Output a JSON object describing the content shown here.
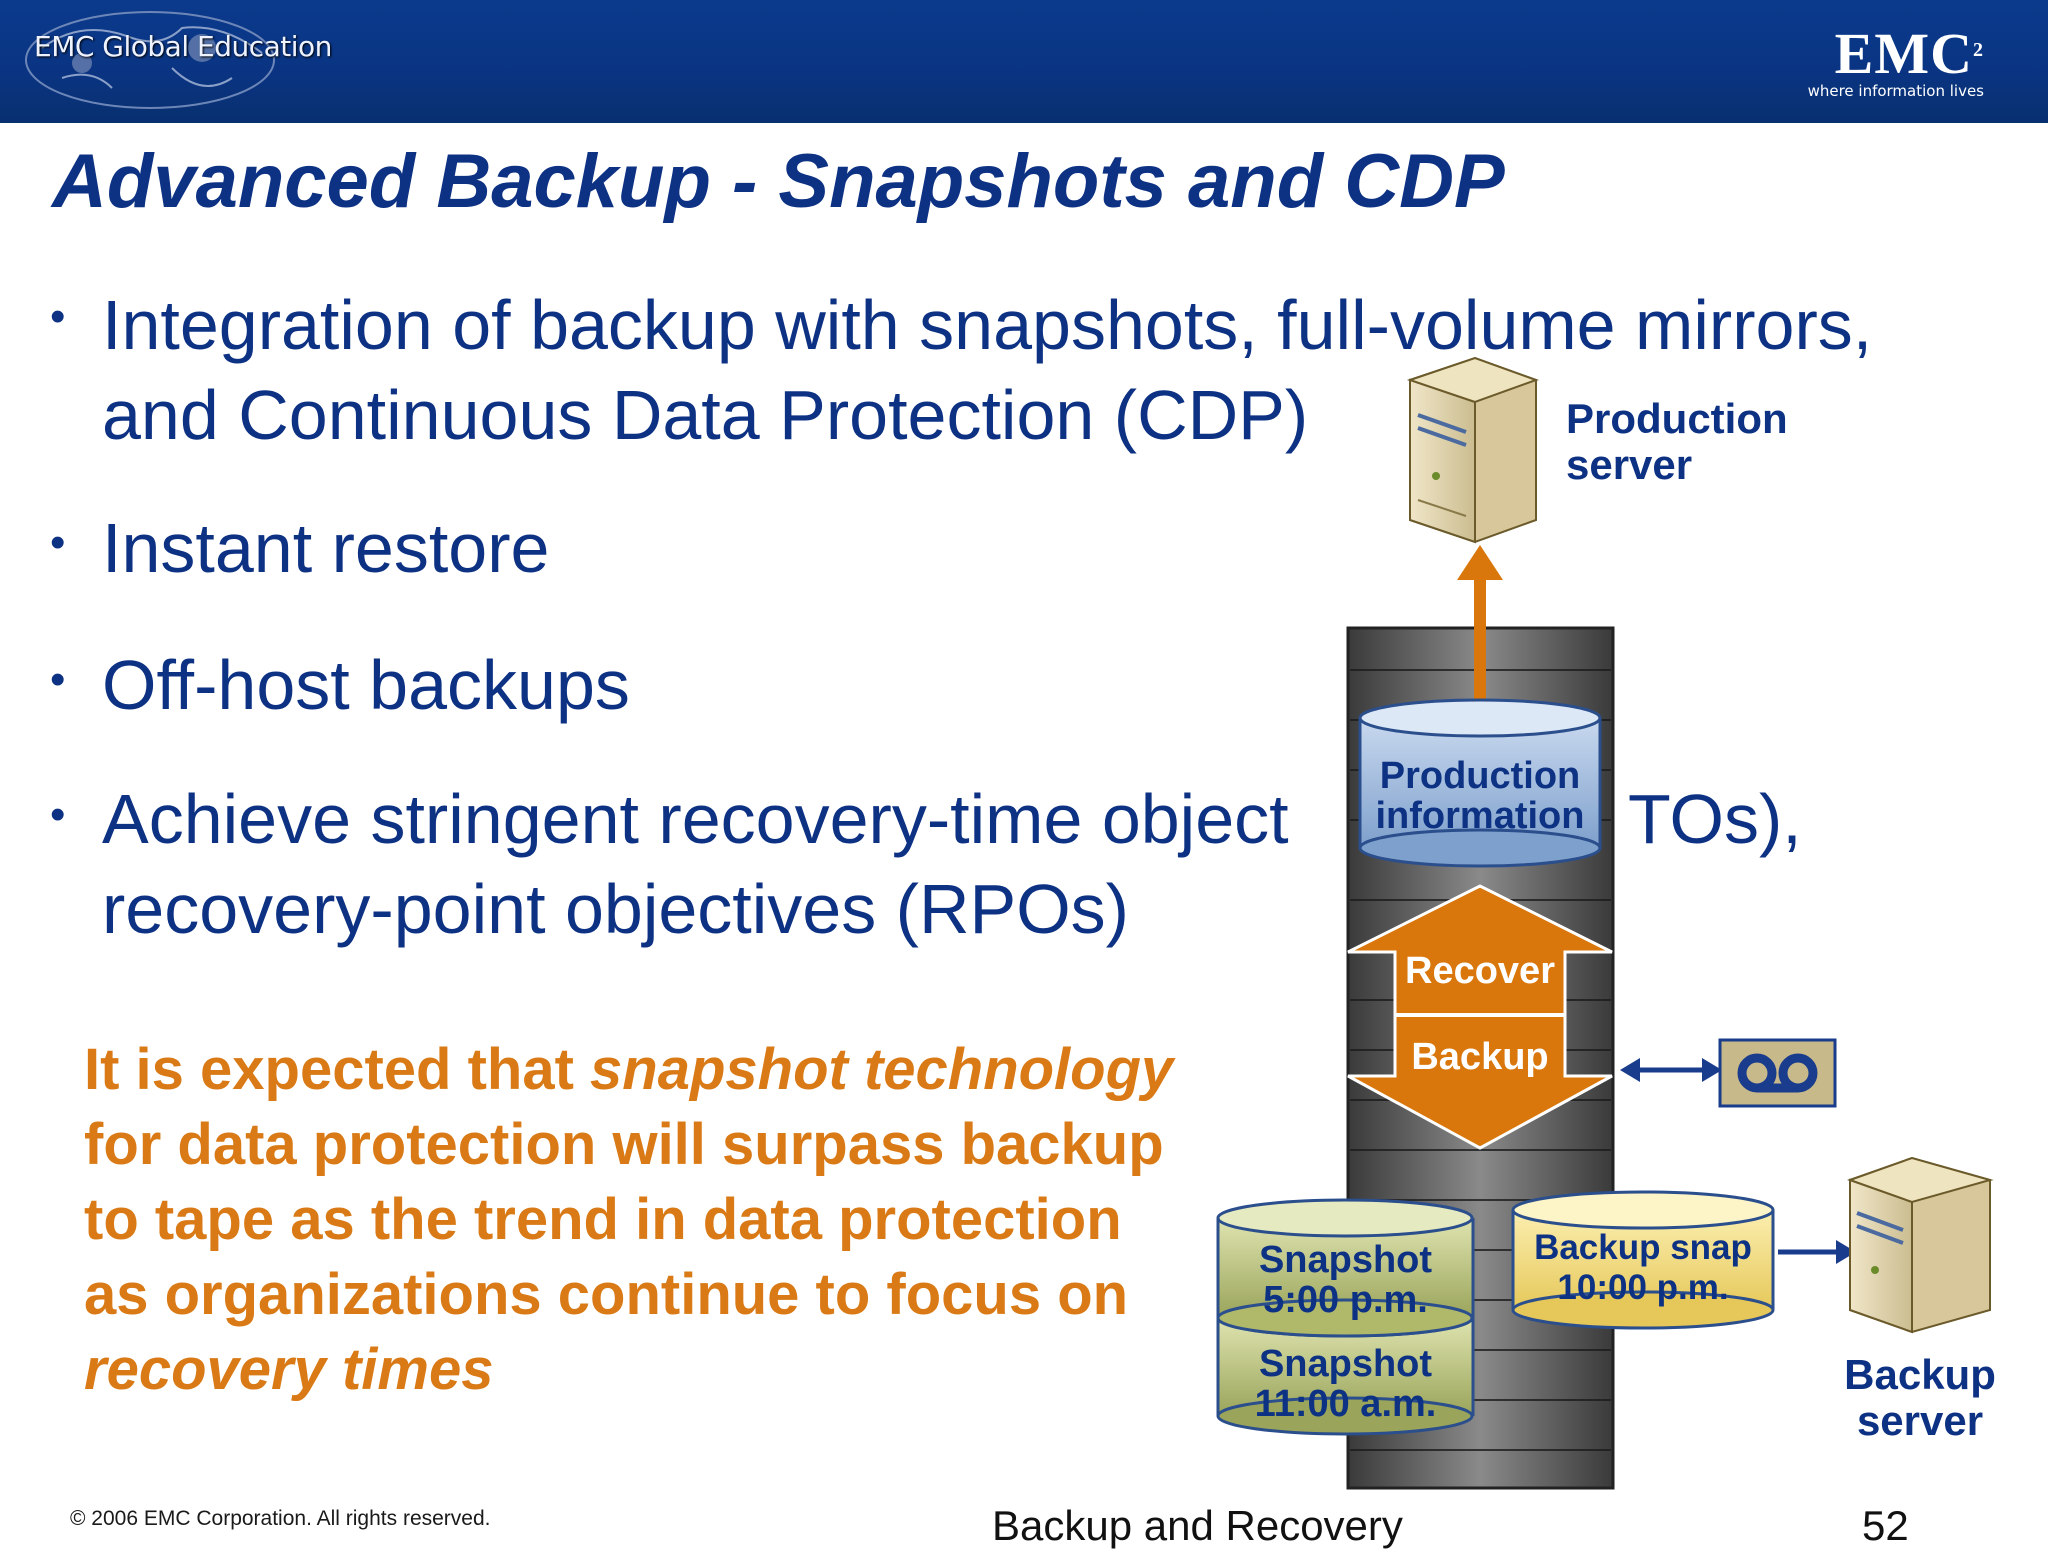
{
  "header": {
    "brand": "EMC Global Education",
    "logo_mark": "EMC",
    "logo_sup": "2",
    "logo_tagline": "where information lives"
  },
  "slide": {
    "title": "Advanced Backup - Snapshots and CDP",
    "bullets": [
      "Integration of backup with snapshots, full-volume mirrors,",
      "and Continuous Data Protection (CDP)",
      "Instant restore",
      "Off-host backups",
      "Achieve stringent recovery-time object",
      "TOs),",
      "recovery-point objectives (RPOs)"
    ],
    "note": {
      "p1": "It is expected that ",
      "em1": "snapshot technology",
      "p2": " for data protection will surpass backup to tape as the trend in data protection as organizations continue to focus on ",
      "em2": "recovery times"
    }
  },
  "diagram": {
    "production_server": "Production\nserver",
    "production_server_l1": "Production",
    "production_server_l2": "server",
    "production_info_l1": "Production",
    "production_info_l2": "information",
    "recover": "Recover",
    "backup": "Backup",
    "snapshot1_l1": "Snapshot",
    "snapshot1_l2": "5:00 p.m.",
    "snapshot2_l1": "Snapshot",
    "snapshot2_l2": "11:00 a.m.",
    "backup_snap_l1": "Backup snap",
    "backup_snap_l2": "10:00 p.m.",
    "backup_server_l1": "Backup",
    "backup_server_l2": "server",
    "tape_icon": "tape-reel-icon"
  },
  "footer": {
    "copyright": "© 2006 EMC Corporation. All rights reserved.",
    "title": "Backup and Recovery",
    "page": "52"
  },
  "colors": {
    "header_blue": "#0b3a8c",
    "title_blue": "#0d3183",
    "accent_orange": "#d97a16"
  }
}
